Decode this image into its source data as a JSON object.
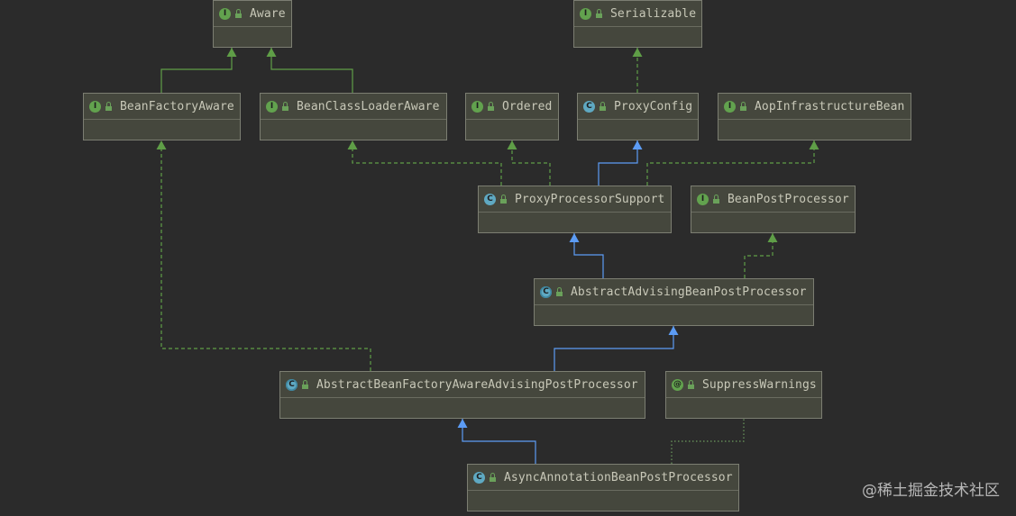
{
  "diagram": {
    "nodes": [
      {
        "id": "aware",
        "label": "Aware",
        "kind": "I"
      },
      {
        "id": "serializable",
        "label": "Serializable",
        "kind": "I"
      },
      {
        "id": "beanFactoryAware",
        "label": "BeanFactoryAware",
        "kind": "I"
      },
      {
        "id": "beanClassLoaderAware",
        "label": "BeanClassLoaderAware",
        "kind": "I"
      },
      {
        "id": "ordered",
        "label": "Ordered",
        "kind": "I"
      },
      {
        "id": "proxyConfig",
        "label": "ProxyConfig",
        "kind": "C"
      },
      {
        "id": "aopInfrastructureBean",
        "label": "AopInfrastructureBean",
        "kind": "I"
      },
      {
        "id": "proxyProcessorSupport",
        "label": "ProxyProcessorSupport",
        "kind": "C"
      },
      {
        "id": "beanPostProcessor",
        "label": "BeanPostProcessor",
        "kind": "I"
      },
      {
        "id": "abstractAdvisingBeanPostProcessor",
        "label": "AbstractAdvisingBeanPostProcessor",
        "kind": "AC"
      },
      {
        "id": "abstractBeanFactoryAwareAdvisingPostProcessor",
        "label": "AbstractBeanFactoryAwareAdvisingPostProcessor",
        "kind": "AC"
      },
      {
        "id": "suppressWarnings",
        "label": "SuppressWarnings",
        "kind": "@"
      },
      {
        "id": "asyncAnnotationBeanPostProcessor",
        "label": "AsyncAnnotationBeanPostProcessor",
        "kind": "C"
      }
    ],
    "edges": [
      {
        "from": "beanFactoryAware",
        "to": "aware",
        "type": "extends-interface"
      },
      {
        "from": "beanClassLoaderAware",
        "to": "aware",
        "type": "extends-interface"
      },
      {
        "from": "proxyConfig",
        "to": "serializable",
        "type": "implements"
      },
      {
        "from": "proxyProcessorSupport",
        "to": "proxyConfig",
        "type": "extends-class"
      },
      {
        "from": "proxyProcessorSupport",
        "to": "ordered",
        "type": "implements"
      },
      {
        "from": "proxyProcessorSupport",
        "to": "beanClassLoaderAware",
        "type": "implements"
      },
      {
        "from": "proxyProcessorSupport",
        "to": "aopInfrastructureBean",
        "type": "implements"
      },
      {
        "from": "abstractAdvisingBeanPostProcessor",
        "to": "proxyProcessorSupport",
        "type": "extends-class"
      },
      {
        "from": "abstractAdvisingBeanPostProcessor",
        "to": "beanPostProcessor",
        "type": "implements"
      },
      {
        "from": "abstractBeanFactoryAwareAdvisingPostProcessor",
        "to": "abstractAdvisingBeanPostProcessor",
        "type": "extends-class"
      },
      {
        "from": "abstractBeanFactoryAwareAdvisingPostProcessor",
        "to": "beanFactoryAware",
        "type": "implements"
      },
      {
        "from": "asyncAnnotationBeanPostProcessor",
        "to": "abstractBeanFactoryAwareAdvisingPostProcessor",
        "type": "extends-class"
      },
      {
        "from": "asyncAnnotationBeanPostProcessor",
        "to": "suppressWarnings",
        "type": "annotated-with"
      }
    ],
    "colors": {
      "background": "#2b2b2b",
      "interface_badge": "#62a24e",
      "class_badge": "#5fa9c2",
      "annotation_badge": "#62a24e",
      "lock": "#6aa15a",
      "implements_edge": "#5f9e47",
      "extends_edge": "#5c9cf5",
      "annotation_edge": "#6c9a5e"
    },
    "icons": {
      "I": "interface-icon",
      "C": "class-icon",
      "AC": "abstract-class-icon",
      "@": "annotation-icon",
      "lock": "public-lock-icon"
    }
  },
  "watermark": "@稀土掘金技术社区"
}
